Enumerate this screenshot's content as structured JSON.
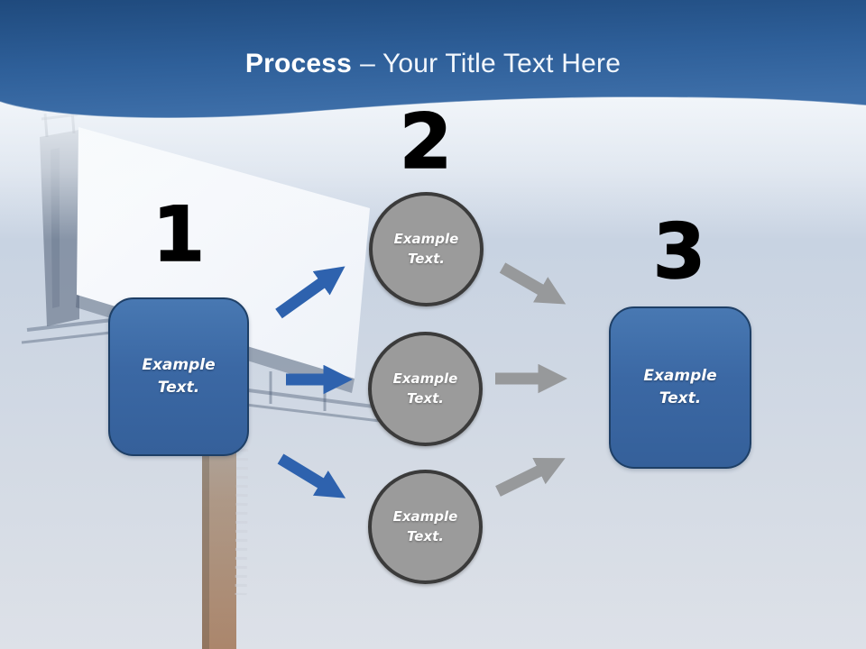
{
  "slide_title": {
    "bold": "Process",
    "regular": "– Your Title Text Here"
  },
  "diagram": {
    "step_numbers": [
      "1",
      "2",
      "3"
    ],
    "left_box_label": "Example Text.",
    "right_box_label": "Example Text.",
    "circle_labels": [
      "Example Text.",
      "Example Text.",
      "Example Text."
    ]
  },
  "background": {
    "photo_name": "billboard-against-blue-sky"
  },
  "colors": {
    "header_top": "#1f4a7d",
    "header_bottom": "#3e6fa9",
    "title_text": "#ffffff",
    "box_fill": "#3b68a4",
    "box_border": "#1e3f66",
    "circle_fill": "#9b9b9b",
    "circle_border": "#3b3b3b",
    "arrow_blue": "#2e62ae",
    "arrow_gray": "#97999b",
    "number_color": "#000000"
  }
}
